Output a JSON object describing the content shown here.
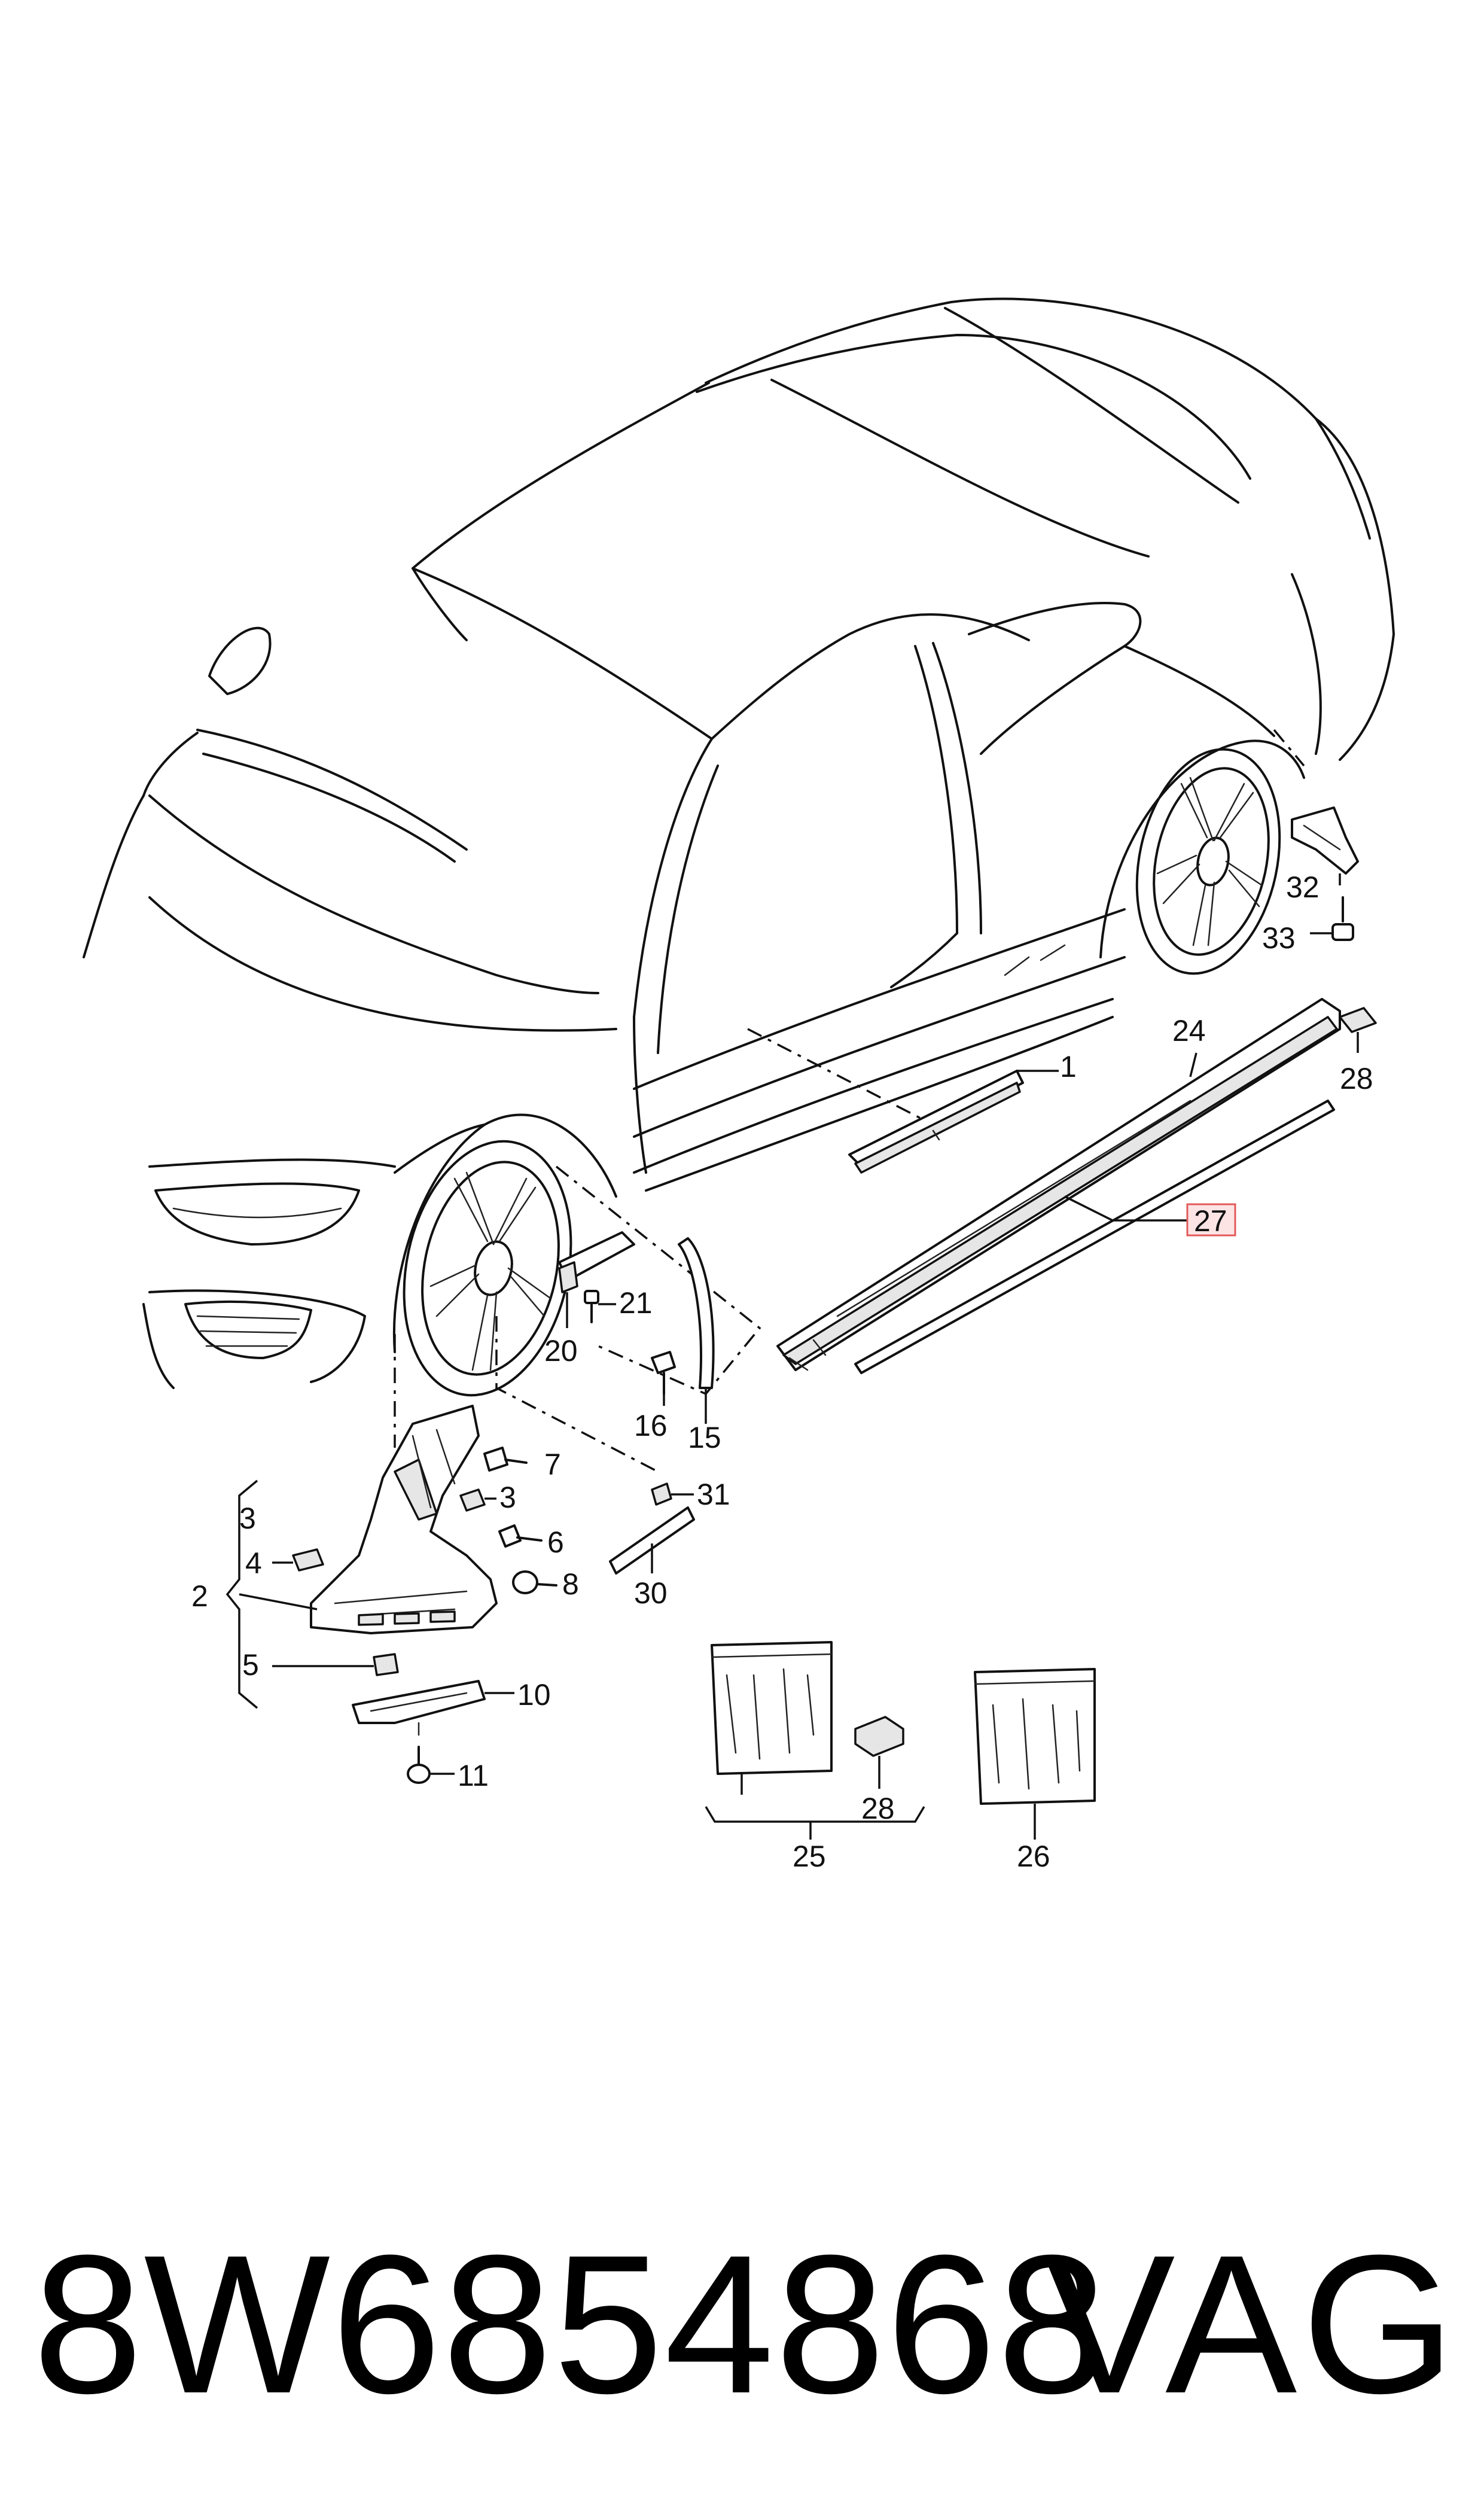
{
  "callouts": {
    "c1": "1",
    "c2": "2",
    "c3a": "3",
    "c3b": "3",
    "c4": "4",
    "c5": "5",
    "c6": "6",
    "c7": "7",
    "c8": "8",
    "c10": "10",
    "c11": "11",
    "c15": "15",
    "c16": "16",
    "c20": "20",
    "c21": "21",
    "c24": "24",
    "c25": "25",
    "c26": "26",
    "c27": "27",
    "c28a": "28",
    "c28b": "28",
    "c30": "30",
    "c31": "31",
    "c32": "32",
    "c33": "33"
  },
  "highlighted_callout": "27",
  "highlight_color": "#e25a5a",
  "footer": {
    "part_number": "8W6854868",
    "brand": "VAG"
  }
}
